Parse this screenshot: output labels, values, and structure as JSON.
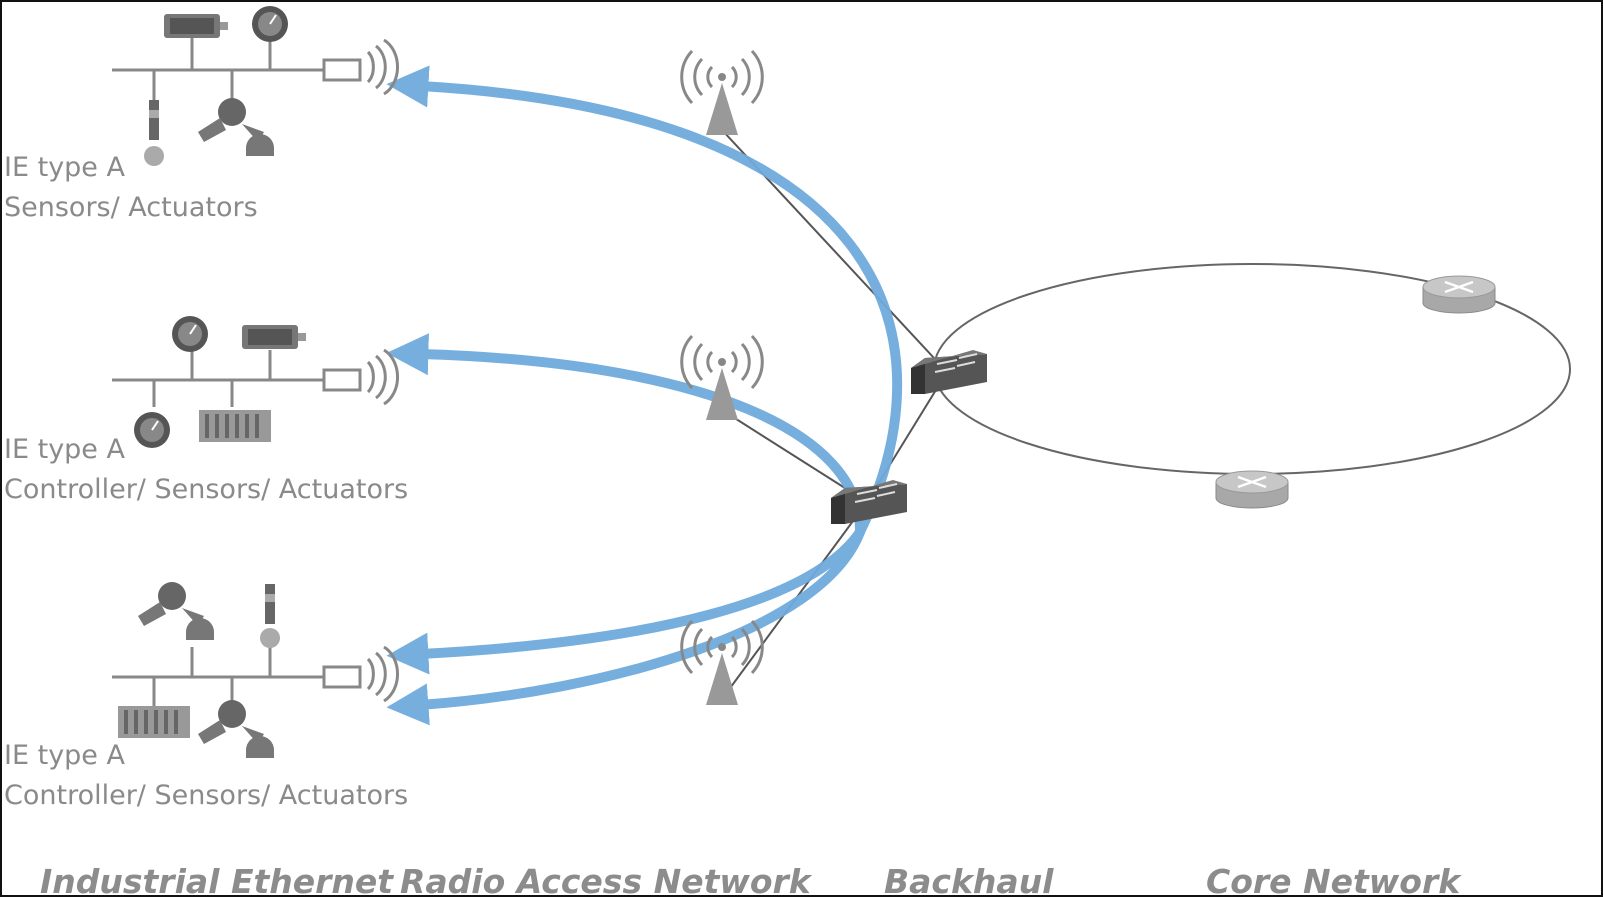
{
  "groups": [
    {
      "type": "IE type A",
      "role": "Sensors/ Actuators"
    },
    {
      "type": "IE type A",
      "role": "Controller/ Sensors/ Actuators"
    },
    {
      "type": "IE type A",
      "role": "Controller/ Sensors/ Actuators"
    }
  ],
  "sections": {
    "industrial_ethernet": "Industrial Ethernet",
    "radio_access_network": "Radio Access Network",
    "backhaul": "Backhaul",
    "core_network": "Core Network"
  },
  "colors": {
    "flow_arrow": "#6fabdd",
    "device_gray": "#8f8f8f",
    "link_line": "#555555",
    "text": "#8a8a8a"
  }
}
